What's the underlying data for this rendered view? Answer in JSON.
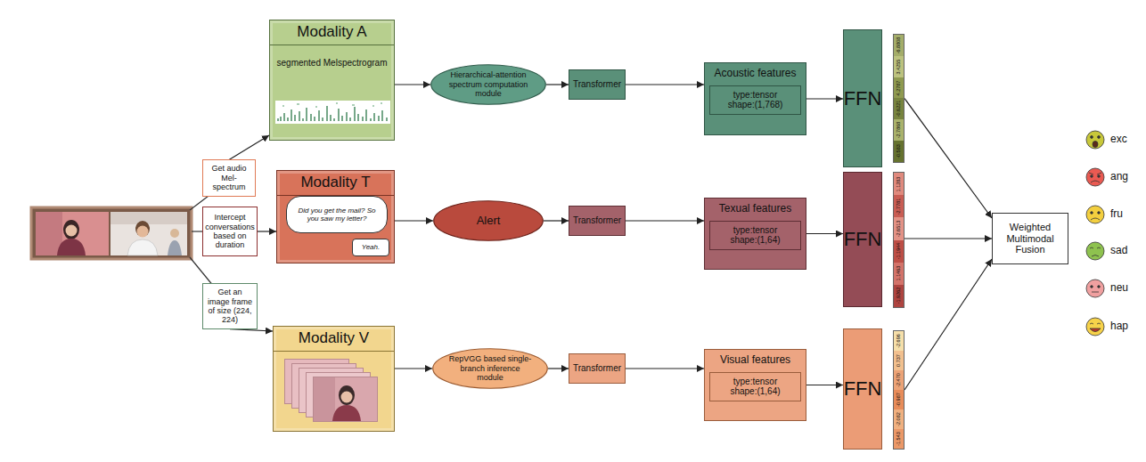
{
  "diagram": {
    "nodes": [
      {
        "text": [
          "Get audio Mel-spectrum"
        ]
      },
      {
        "text": [
          "Intercept conversations based on duration"
        ]
      },
      {
        "text": [
          "Get an image frame of size (224, 224)"
        ]
      },
      {
        "text": [
          "Modality A",
          "segmented Melspectrogram"
        ]
      },
      {
        "text": [
          "Modality T"
        ]
      },
      {
        "text": [
          "Did you get the mail? So you saw my letter?"
        ],
        "in": 4
      },
      {
        "text": [
          "Yeah."
        ],
        "in": 4
      },
      {
        "text": [
          "Modality V"
        ]
      },
      {
        "text": [
          "Hierarchical-attention spectrum computation module"
        ]
      },
      {
        "text": [
          "Alert"
        ]
      },
      {
        "text": [
          "RepVGG based single-branch inference module"
        ]
      },
      {
        "text": [
          "Transformer"
        ]
      },
      {
        "text": [
          "Transformer"
        ]
      },
      {
        "text": [
          "Transformer"
        ]
      },
      {
        "text": [
          "Acoustic features",
          "type:tensor",
          "shape:(1,768)"
        ]
      },
      {
        "text": [
          "Texual features",
          "type:tensor",
          "shape:(1,64)"
        ]
      },
      {
        "text": [
          "Visual features",
          "type:tensor",
          "shape:(1,64)"
        ]
      },
      {
        "text": [
          "FFN"
        ]
      },
      {
        "text": [
          "FFN"
        ]
      },
      {
        "text": [
          "FFN"
        ]
      },
      {
        "text": [
          "-6.8808",
          "3.4255",
          "4.2787",
          "-0.6221",
          "-2.7868",
          "-0.583"
        ]
      },
      {
        "text": [
          "1.1283",
          "-2.7781",
          "-2.6513",
          "-1.1944",
          "1.1463",
          "-1.9262"
        ]
      },
      {
        "text": [
          "-2.696",
          "0.737",
          "-2.470",
          "-0.987",
          "-2.082",
          "-1.543"
        ]
      },
      {
        "text": [
          "Weighted Multimodal Fusion"
        ]
      }
    ],
    "edges": [
      {
        "from": 0,
        "to": 3,
        "arrow": "to"
      },
      {
        "from": 1,
        "to": 4,
        "arrow": "to"
      },
      {
        "from": 2,
        "to": 7,
        "arrow": "to"
      },
      {
        "from": 3,
        "to": 8,
        "arrow": "to"
      },
      {
        "from": 4,
        "to": 9,
        "arrow": "to"
      },
      {
        "from": 7,
        "to": 10,
        "arrow": "to"
      },
      {
        "from": 8,
        "to": 11,
        "arrow": "to"
      },
      {
        "from": 9,
        "to": 12,
        "arrow": "to"
      },
      {
        "from": 10,
        "to": 13,
        "arrow": "to"
      },
      {
        "from": 11,
        "to": 14,
        "arrow": "to"
      },
      {
        "from": 12,
        "to": 15,
        "arrow": "to"
      },
      {
        "from": 13,
        "to": 16,
        "arrow": "to"
      },
      {
        "from": 14,
        "to": 17,
        "arrow": "to"
      },
      {
        "from": 15,
        "to": 18,
        "arrow": "to"
      },
      {
        "from": 16,
        "to": 19,
        "arrow": "to"
      },
      {
        "from": 20,
        "to": 23,
        "arrow": "to"
      },
      {
        "from": 21,
        "to": 23,
        "arrow": "to"
      },
      {
        "from": 22,
        "to": 23,
        "arrow": "to"
      }
    ],
    "labels": [
      "exc",
      "ang",
      "fru",
      "sad",
      "neu",
      "hap"
    ]
  }
}
